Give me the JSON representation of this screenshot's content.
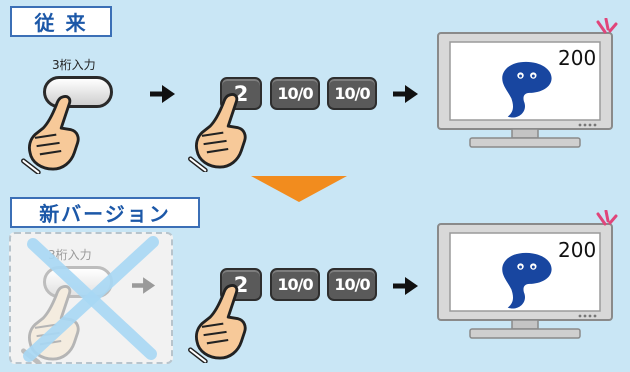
{
  "before": {
    "title": "従 来",
    "input_label": "3桁入力",
    "keys": [
      "2",
      "10/0",
      "10/0"
    ],
    "channel": "200"
  },
  "after": {
    "title": "新バージョン",
    "input_label": "3桁入力",
    "keys": [
      "2",
      "10/0",
      "10/0"
    ],
    "channel": "200"
  },
  "colors": {
    "background": "#c9e6f5",
    "label_border": "#3b6fb6",
    "label_text": "#1c58a8",
    "key_fill": "#5a5a5a",
    "transition_arrow": "#f28c1e",
    "mascot": "#1846a0",
    "cross": "#a8d8f5",
    "sparkle": "#e0457a"
  }
}
